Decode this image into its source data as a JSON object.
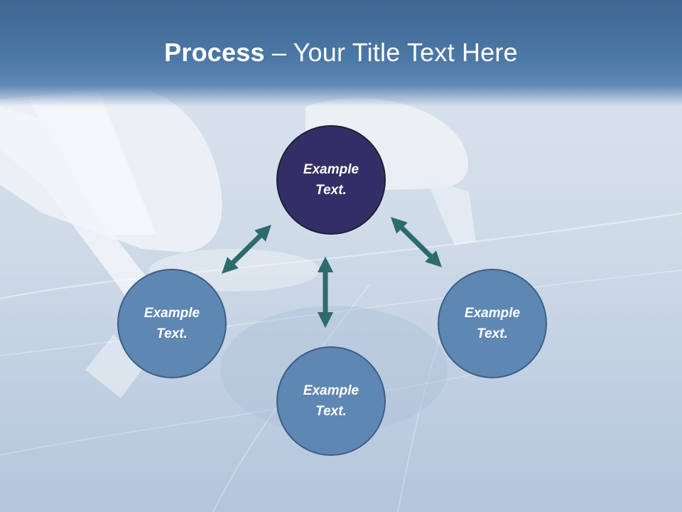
{
  "slide": {
    "title_bold": "Process",
    "title_rest": " – Your Title Text Here"
  },
  "nodes": {
    "center": "Example\nText.",
    "left": "Example\nText.",
    "right": "Example\nText.",
    "bottom": "Example\nText."
  },
  "colors": {
    "header": "#4c78a6",
    "center_node": "#332f66",
    "outer_node": "#5f87b4",
    "arrow": "#2e6b6b"
  },
  "icons": {
    "connector": "double-headed-arrow"
  }
}
